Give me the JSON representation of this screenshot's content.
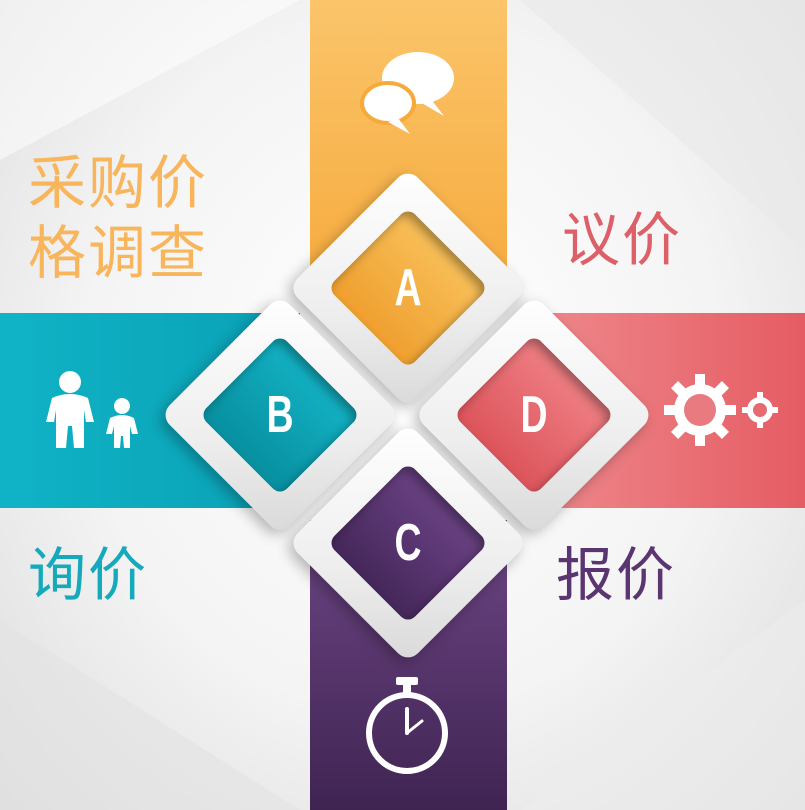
{
  "labels": {
    "a_line1": "采购价",
    "a_line2": "格调查",
    "d": "议价",
    "b": "询价",
    "c": "报价"
  },
  "diamonds": [
    {
      "letter": "A",
      "color": "#f6aa3c"
    },
    {
      "letter": "B",
      "color": "#10b3c6"
    },
    {
      "letter": "C",
      "color": "#5a3571"
    },
    {
      "letter": "D",
      "color": "#e55c63"
    }
  ],
  "icons": {
    "top": "speech-bubbles-icon",
    "left": "people-icon",
    "right": "gears-icon",
    "bottom": "stopwatch-icon"
  }
}
